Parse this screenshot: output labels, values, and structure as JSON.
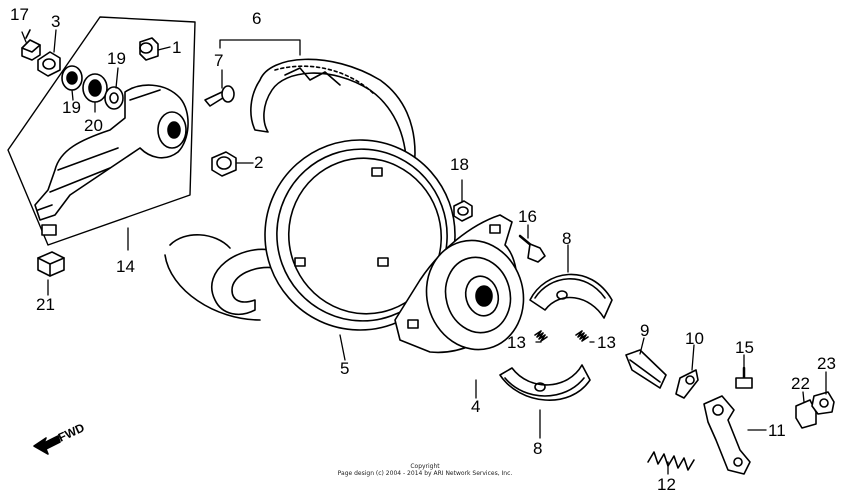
{
  "callouts": [
    {
      "id": "17",
      "text": "17"
    },
    {
      "id": "3",
      "text": "3"
    },
    {
      "id": "19a",
      "text": "19"
    },
    {
      "id": "1",
      "text": "1"
    },
    {
      "id": "19b",
      "text": "19"
    },
    {
      "id": "20",
      "text": "20"
    },
    {
      "id": "6",
      "text": "6"
    },
    {
      "id": "7",
      "text": "7"
    },
    {
      "id": "2",
      "text": "2"
    },
    {
      "id": "14",
      "text": "14"
    },
    {
      "id": "21",
      "text": "21"
    },
    {
      "id": "18",
      "text": "18"
    },
    {
      "id": "16",
      "text": "16"
    },
    {
      "id": "8a",
      "text": "8"
    },
    {
      "id": "5",
      "text": "5"
    },
    {
      "id": "13a",
      "text": "13"
    },
    {
      "id": "13b",
      "text": "13"
    },
    {
      "id": "9",
      "text": "9"
    },
    {
      "id": "10",
      "text": "10"
    },
    {
      "id": "15",
      "text": "15"
    },
    {
      "id": "23",
      "text": "23"
    },
    {
      "id": "22",
      "text": "22"
    },
    {
      "id": "4",
      "text": "4"
    },
    {
      "id": "11",
      "text": "11"
    },
    {
      "id": "8b",
      "text": "8"
    },
    {
      "id": "12",
      "text": "12"
    }
  ],
  "fwd_label": "FWD",
  "copyright": {
    "line1": "Copyright",
    "line2": "Page design (c) 2004 - 2014 by ARI Network Services, Inc."
  }
}
